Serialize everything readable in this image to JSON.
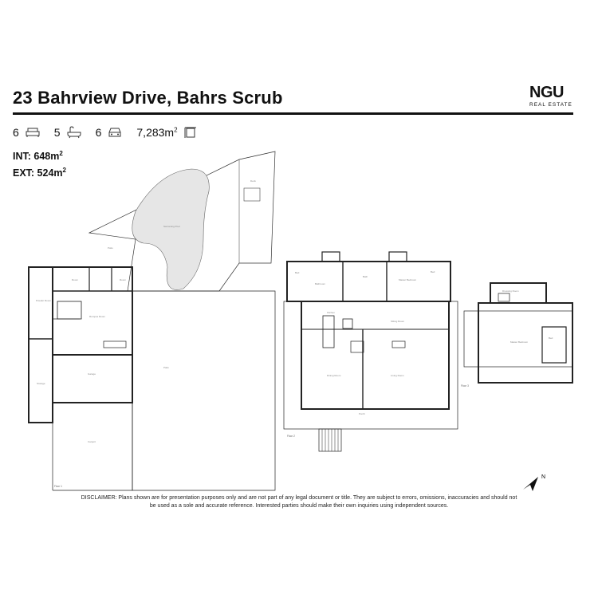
{
  "header": {
    "address": "23 Bahrview Drive, Bahrs Scrub",
    "logo": {
      "main": "NGU",
      "sub": "REAL ESTATE"
    }
  },
  "features": {
    "bedrooms": "6",
    "bathrooms": "5",
    "car_spaces": "6",
    "land_size": "7,283m",
    "land_unit_sup": "2",
    "icons": [
      "bed-icon",
      "bath-icon",
      "car-icon",
      "land-size-icon"
    ]
  },
  "areas": {
    "internal_label": "INT: 648m",
    "external_label": "EXT: 524m",
    "sup": "2"
  },
  "floorplan": {
    "levels": [
      "Floor 1",
      "Floor 2",
      "Floor 3"
    ]
  },
  "disclaimer": "DISCLAIMER: Plans shown are for presentation purposes only and are not part of any legal document or title. They are subject to errors, omissions, inaccuracies and should not be used as a sole and accurate reference. Interested parties should make their own inquiries using independent sources.",
  "compass": {
    "label": "N"
  }
}
